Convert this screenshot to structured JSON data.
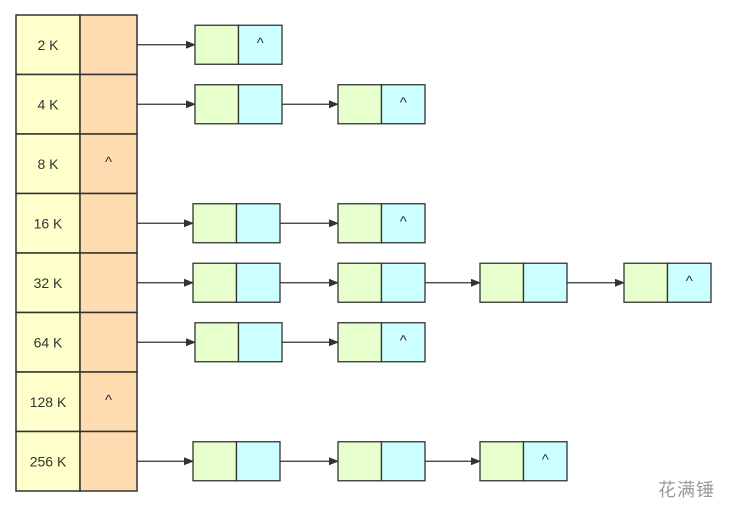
{
  "colors": {
    "size_cell": "#ffffcc",
    "pointer_cell": "#ffdcb0",
    "node_data": "#e6ffcc",
    "node_next": "#ccffff",
    "stroke": "#333333",
    "text": "#333333"
  },
  "null_symbol": "^",
  "rows": [
    {
      "size": "2 K",
      "head_null": false,
      "node_count": 1
    },
    {
      "size": "4 K",
      "head_null": false,
      "node_count": 2
    },
    {
      "size": "8 K",
      "head_null": true,
      "node_count": 0
    },
    {
      "size": "16 K",
      "head_null": false,
      "node_count": 2
    },
    {
      "size": "32 K",
      "head_null": false,
      "node_count": 4
    },
    {
      "size": "64 K",
      "head_null": false,
      "node_count": 2
    },
    {
      "size": "128 K",
      "head_null": true,
      "node_count": 0
    },
    {
      "size": "256 K",
      "head_null": false,
      "node_count": 3
    }
  ],
  "watermark": "花满锤"
}
